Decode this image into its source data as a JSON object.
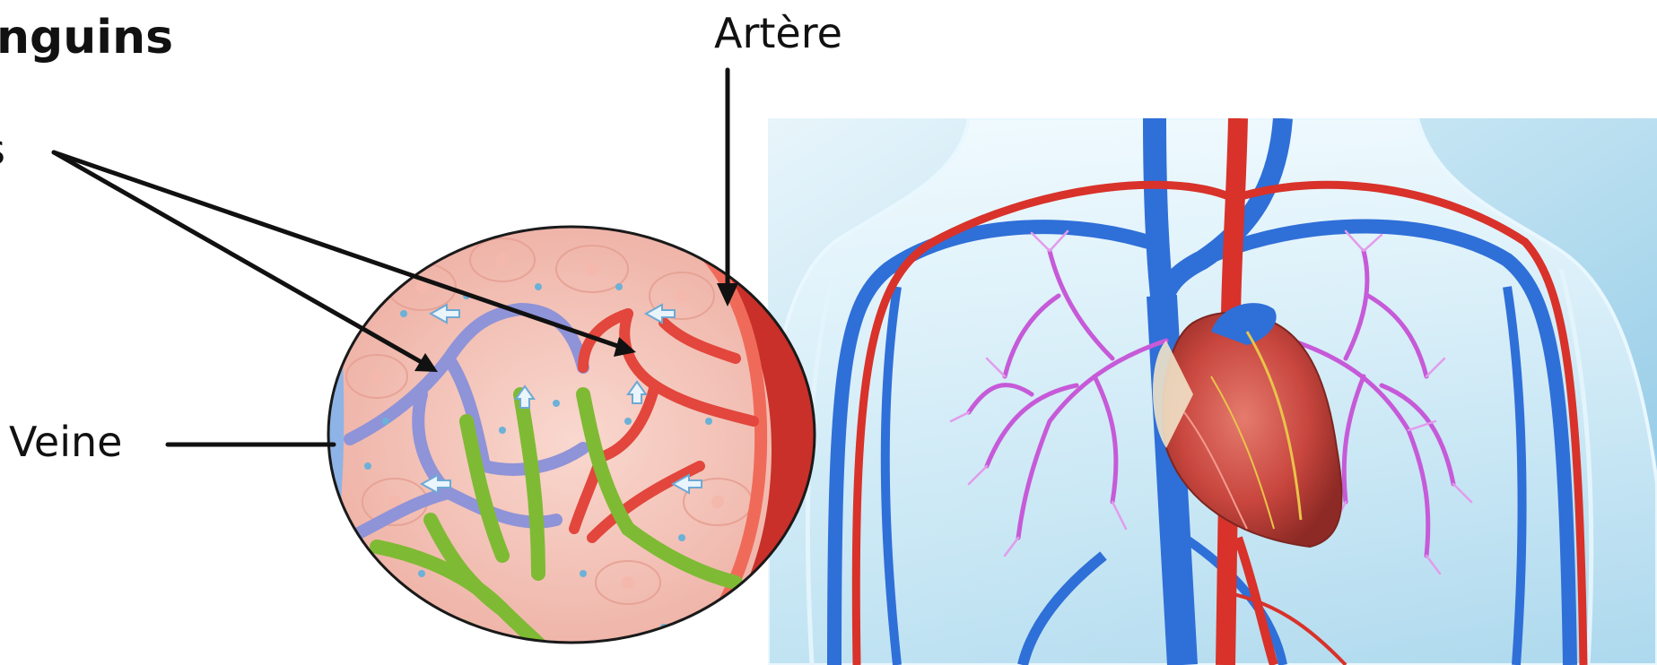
{
  "title": "nguins",
  "labels": {
    "left_partial": "s",
    "artere": "Artère",
    "veine": "Veine"
  },
  "colors": {
    "artery_red": "#d8322a",
    "vein_blue": "#2f6fd8",
    "capillary_blue": "#8f93d8",
    "lymph_green": "#7fba34",
    "tissue_pink": "#f6c9bf",
    "lung_purple": "#c65ad8",
    "background_blue": "#b9dff0"
  },
  "icons": {
    "circulation_illustration": "human-circulatory-system-illustration",
    "capillary_illustration": "capillary-network-illustration"
  }
}
